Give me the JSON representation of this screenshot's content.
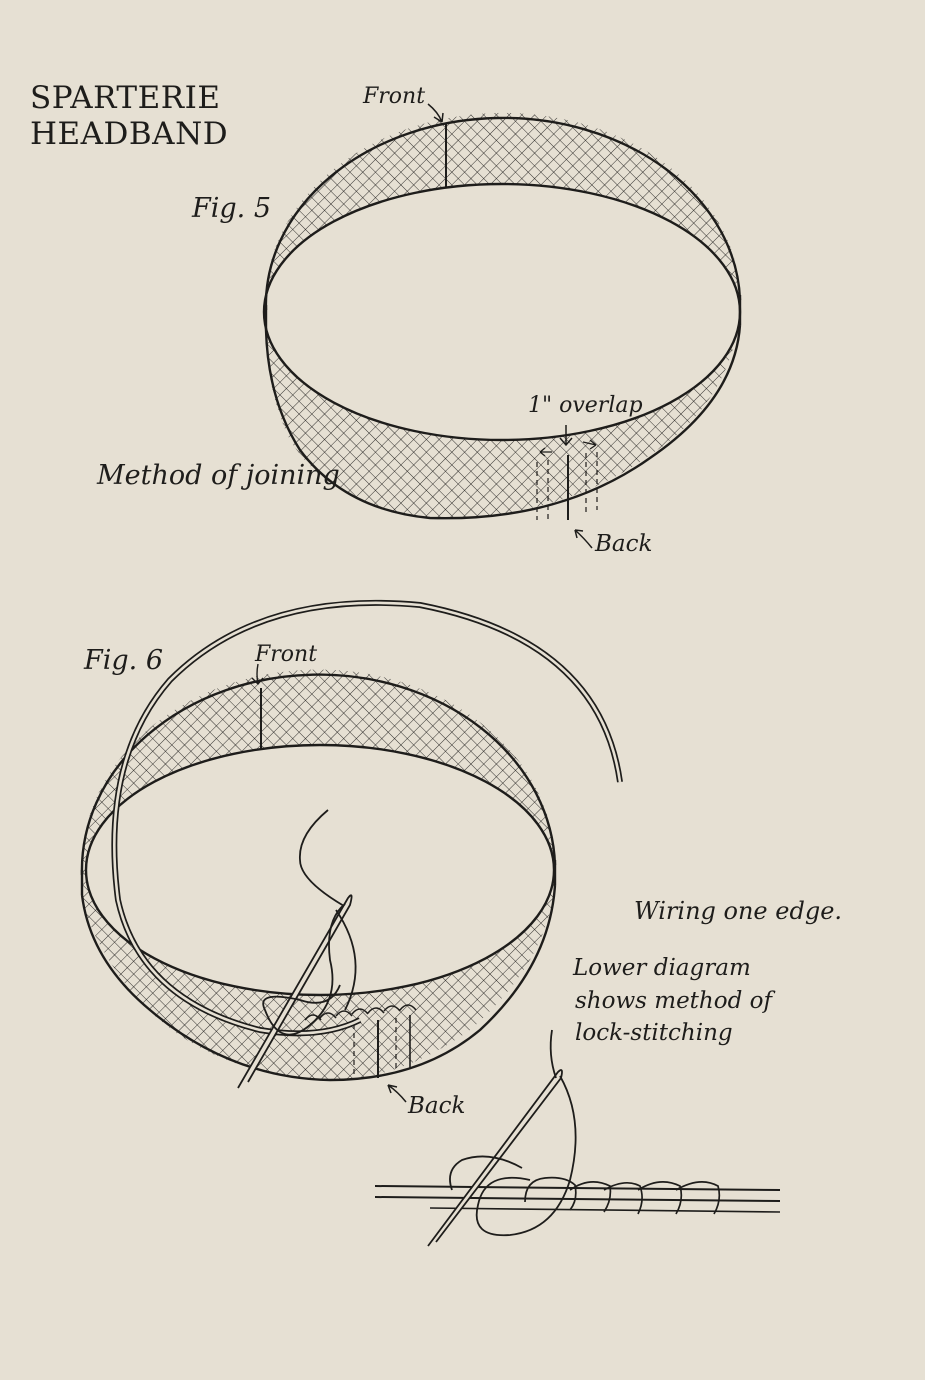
{
  "title": {
    "line1": "SPARTERIE",
    "line2": "HEADBAND"
  },
  "fig5": {
    "label": "Fig. 5",
    "front": "Front",
    "overlap": "1\" overlap",
    "back": "Back",
    "caption": "Method of joining"
  },
  "fig6": {
    "label": "Fig. 6",
    "front": "Front",
    "back": "Back",
    "caption": "Wiring one edge.",
    "note_line1": "Lower diagram",
    "note_line2": "shows method of",
    "note_line3": "lock-stitching"
  },
  "colors": {
    "paper": "#e6e0d3",
    "ink": "#1e1d1b"
  }
}
